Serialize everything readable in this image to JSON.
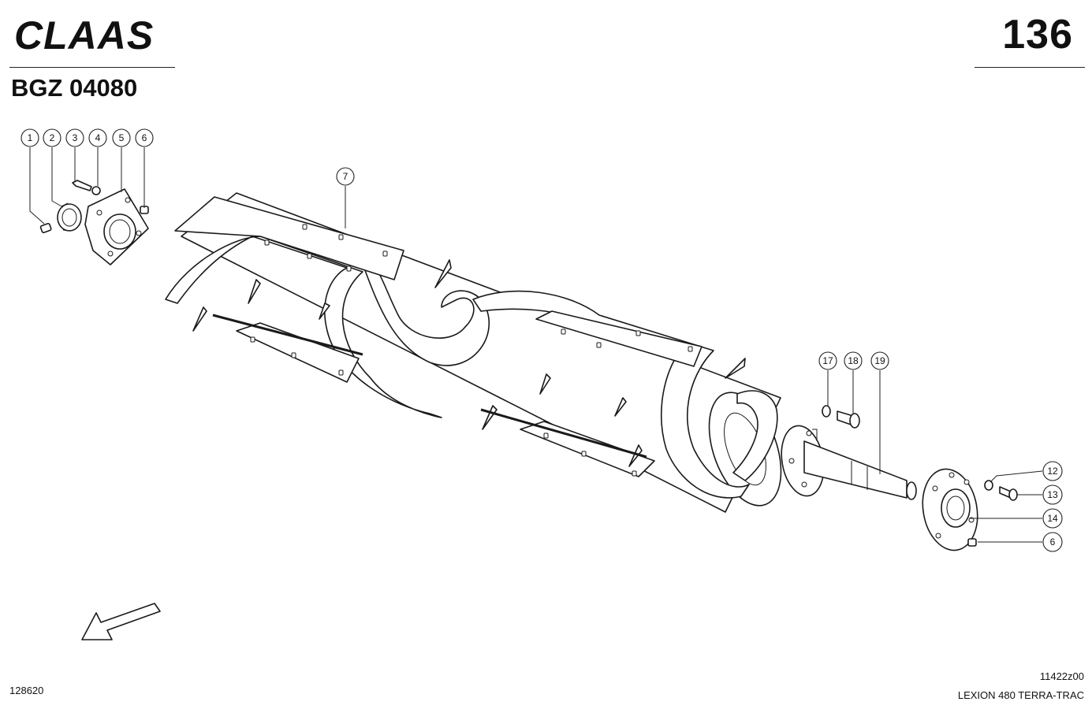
{
  "header": {
    "brand": "CLAAS",
    "page_number": "136",
    "group_code": "BGZ 04080"
  },
  "footer": {
    "doc_number": "128620",
    "drawing_number": "11422z00",
    "model_name": "LEXION 480 TERRA-TRAC"
  },
  "callouts": [
    "1",
    "2",
    "3",
    "4",
    "5",
    "6",
    "7",
    "17",
    "18",
    "19",
    "12",
    "13",
    "14",
    "6"
  ],
  "colors": {
    "ink": "#1a1a1a",
    "paper": "#ffffff"
  },
  "icons": {
    "direction": "direction-arrow-icon"
  }
}
